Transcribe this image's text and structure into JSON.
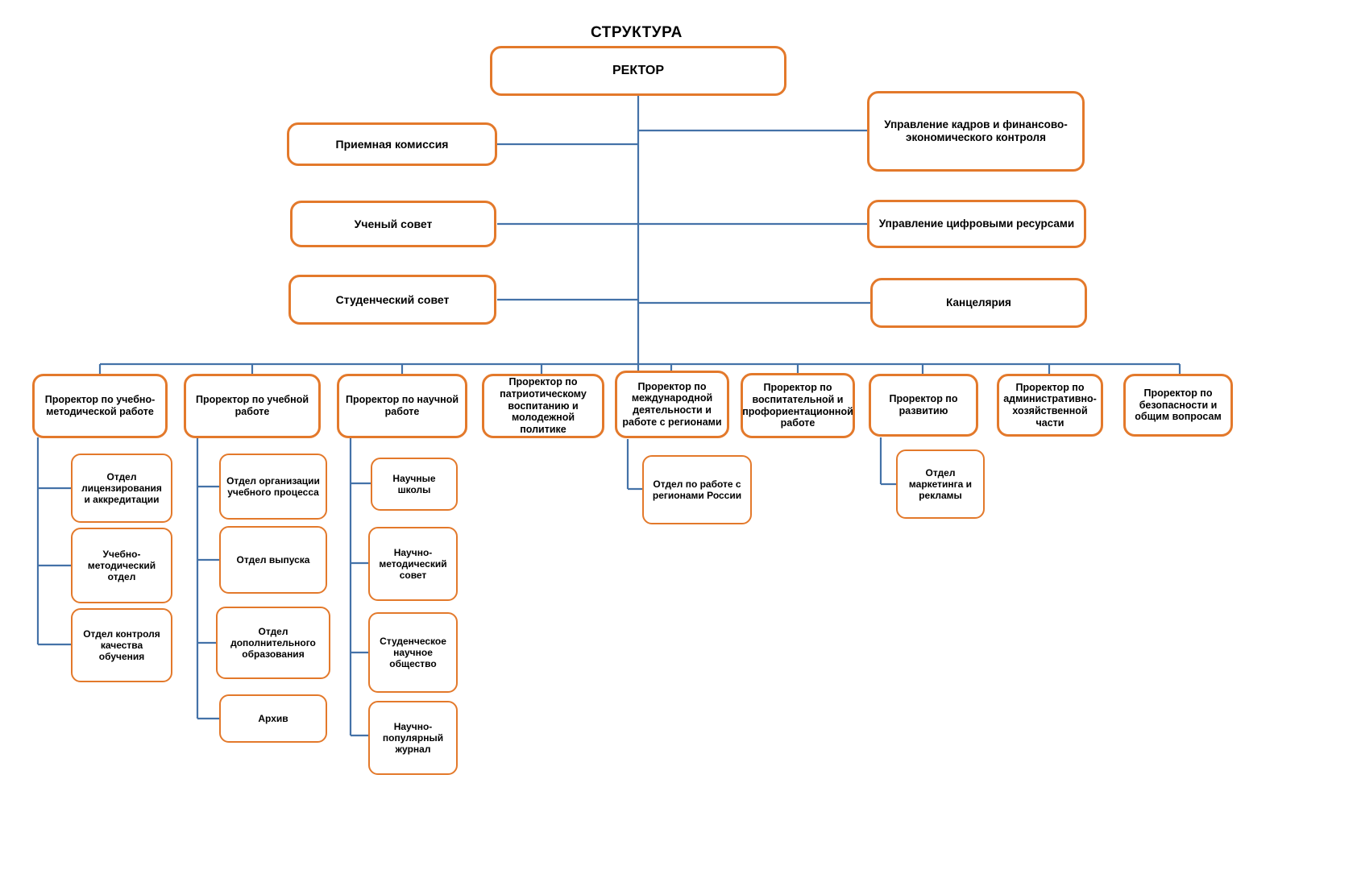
{
  "diagram": {
    "title": "СТРУКТУРА",
    "colors": {
      "box_border": "#E3792B",
      "connector": "#4472A8",
      "text": "#000000",
      "background": "#FFFFFF"
    },
    "root": {
      "label": "РЕКТОР"
    },
    "left_column": [
      {
        "label": "Приемная комиссия"
      },
      {
        "label": "Ученый совет"
      },
      {
        "label": "Студенческий совет"
      }
    ],
    "right_column": [
      {
        "label": "Управление кадров и финансово-экономического контроля"
      },
      {
        "label": "Управление цифровыми ресурсами"
      },
      {
        "label": "Канцелярия"
      }
    ],
    "prorectors": [
      {
        "label": "Проректор по учебно-методической работе",
        "children": [
          {
            "label": "Отдел лицензирования и аккредитации"
          },
          {
            "label": "Учебно-методический отдел"
          },
          {
            "label": "Отдел контроля качества обучения"
          }
        ]
      },
      {
        "label": "Проректор по учебной работе",
        "children": [
          {
            "label": "Отдел организации учебного процесса"
          },
          {
            "label": "Отдел выпуска"
          },
          {
            "label": "Отдел дополнительного образования"
          },
          {
            "label": "Архив"
          }
        ]
      },
      {
        "label": "Проректор по научной работе",
        "children": [
          {
            "label": "Научные школы"
          },
          {
            "label": "Научно-методический совет"
          },
          {
            "label": "Студенческое научное общество"
          },
          {
            "label": "Научно-популярный журнал"
          }
        ]
      },
      {
        "label": "Проректор по патриотическому воспитанию и молодежной политике",
        "children": []
      },
      {
        "label": "Проректор по международной деятельности и работе с регионами",
        "children": [
          {
            "label": "Отдел по работе с регионами России"
          }
        ]
      },
      {
        "label": "Проректор по воспитательной и профориентационной работе",
        "children": []
      },
      {
        "label": "Проректор по развитию",
        "children": [
          {
            "label": "Отдел маркетинга и рекламы"
          }
        ]
      },
      {
        "label": "Проректор по административно-хозяйственной части",
        "children": []
      },
      {
        "label": "Проректор по безопасности и общим вопросам",
        "children": []
      }
    ]
  }
}
